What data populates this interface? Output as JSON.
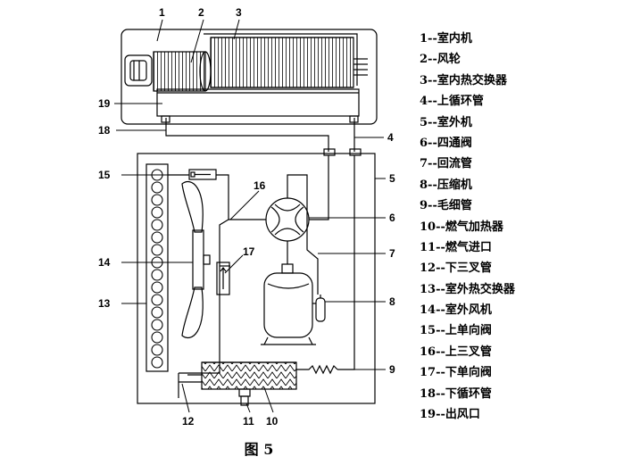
{
  "diagram": {
    "callouts": [
      "1",
      "2",
      "3",
      "4",
      "5",
      "6",
      "7",
      "8",
      "9",
      "10",
      "11",
      "12",
      "13",
      "14",
      "15",
      "16",
      "17",
      "18",
      "19"
    ],
    "legend": [
      {
        "num": "1",
        "text": "1--室内机"
      },
      {
        "num": "2",
        "text": "2--风轮"
      },
      {
        "num": "3",
        "text": "3--室内热交换器"
      },
      {
        "num": "4",
        "text": "4--上循环管"
      },
      {
        "num": "5",
        "text": "5--室外机"
      },
      {
        "num": "6",
        "text": "6--四通阀"
      },
      {
        "num": "7",
        "text": "7--回流管"
      },
      {
        "num": "8",
        "text": "8--压缩机"
      },
      {
        "num": "9",
        "text": "9--毛细管"
      },
      {
        "num": "10",
        "text": "10--燃气加热器"
      },
      {
        "num": "11",
        "text": "11--燃气进口"
      },
      {
        "num": "12",
        "text": "12--下三叉管"
      },
      {
        "num": "13",
        "text": "13--室外热交换器"
      },
      {
        "num": "14",
        "text": "14--室外风机"
      },
      {
        "num": "15",
        "text": "15--上单向阀"
      },
      {
        "num": "16",
        "text": "16--上三叉管"
      },
      {
        "num": "17",
        "text": "17--下单向阀"
      },
      {
        "num": "18",
        "text": "18--下循环管"
      },
      {
        "num": "19",
        "text": "19--出风口"
      }
    ],
    "caption": "图 5"
  }
}
